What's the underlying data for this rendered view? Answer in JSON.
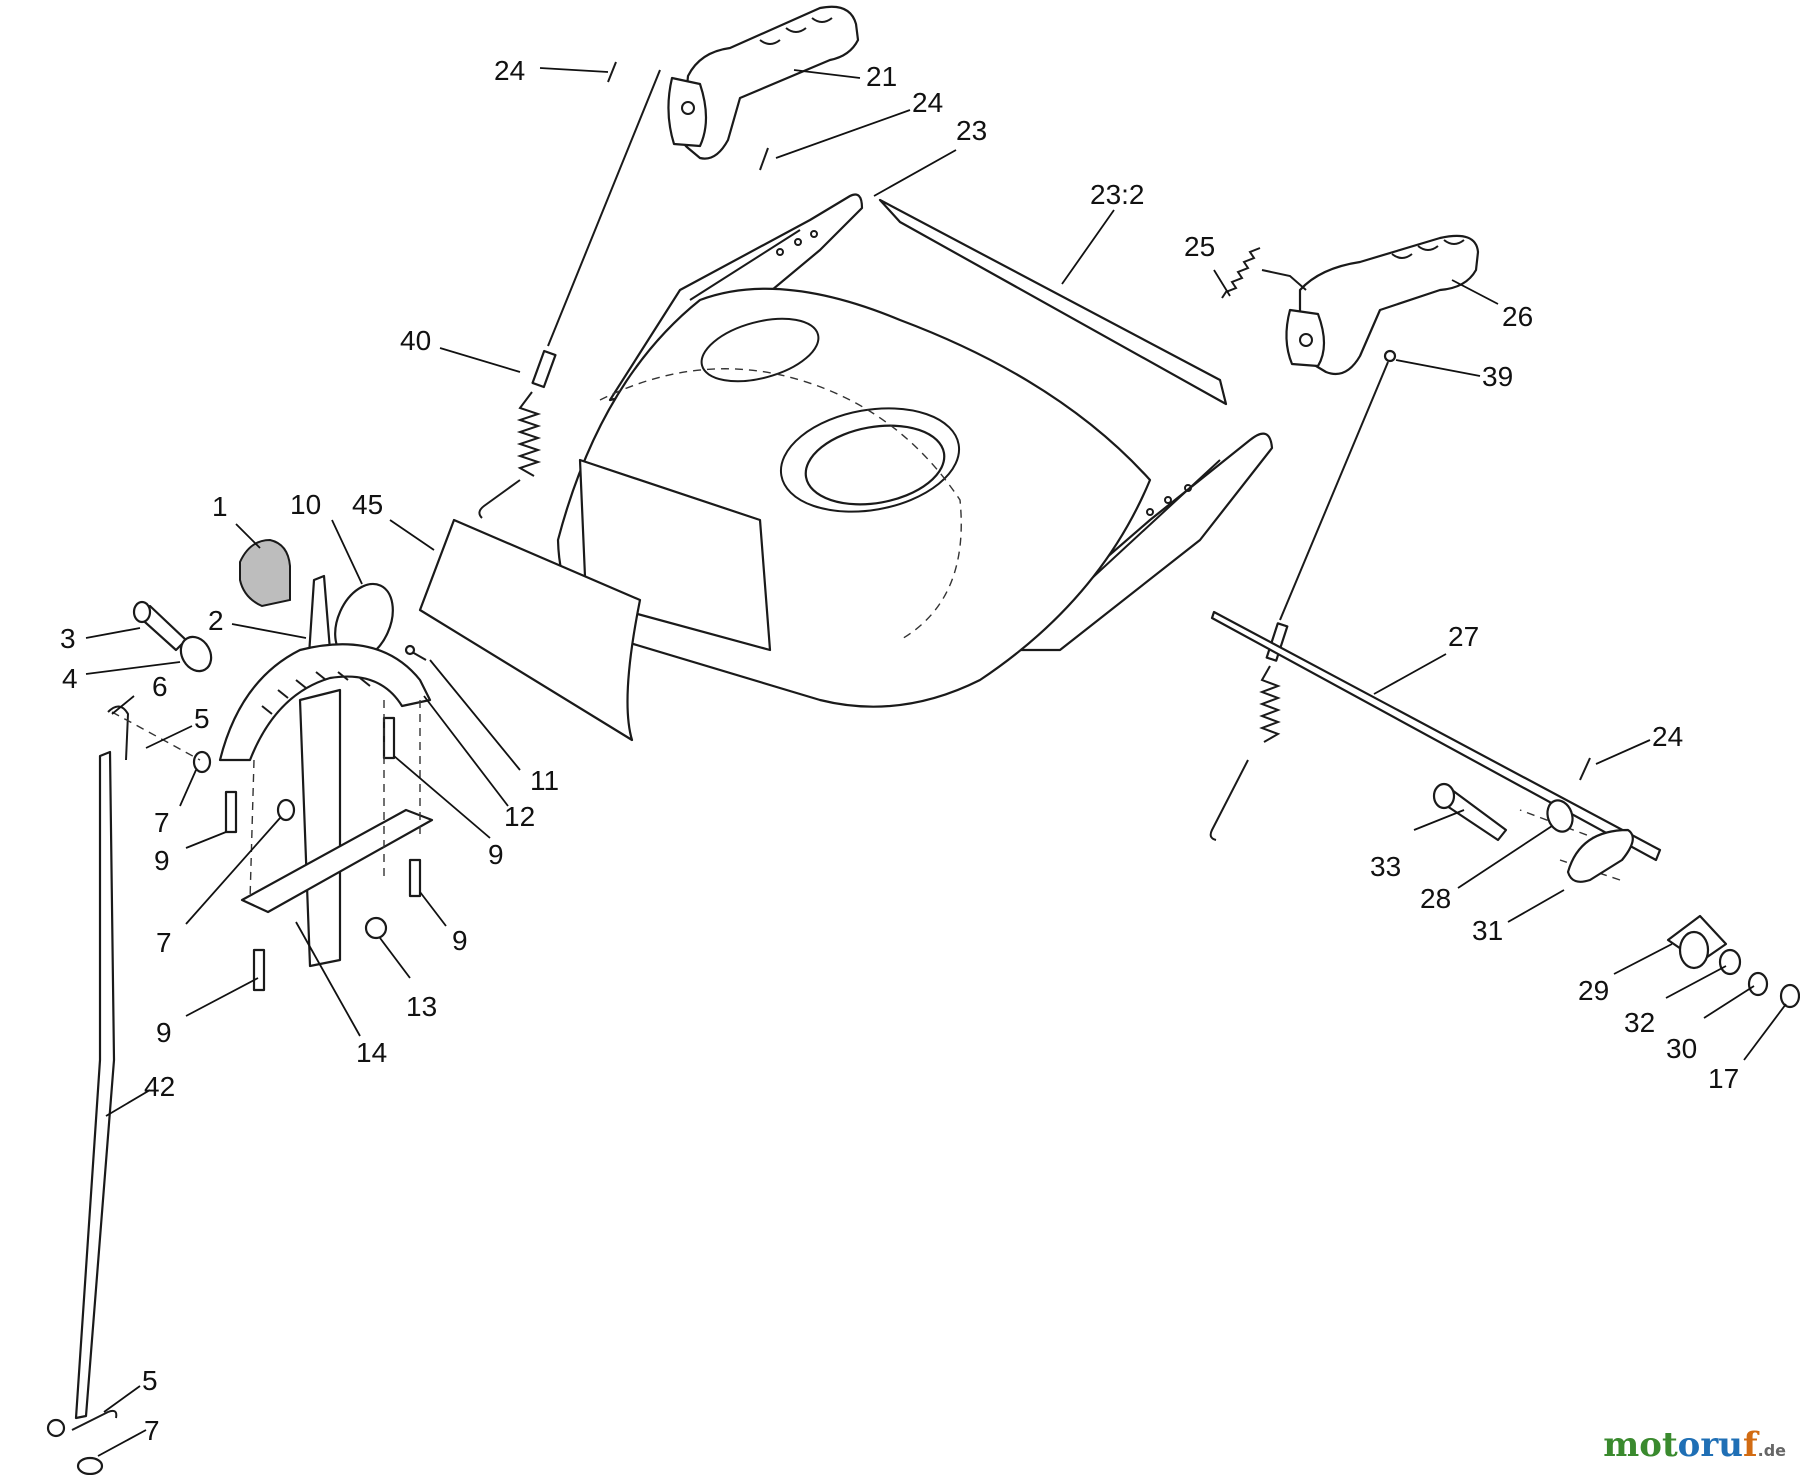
{
  "callouts": [
    "24",
    "21",
    "24",
    "23",
    "23:2",
    "25",
    "26",
    "39",
    "40",
    "45",
    "1",
    "10",
    "3",
    "2",
    "4",
    "6",
    "5",
    "7",
    "9",
    "7",
    "11",
    "12",
    "9",
    "9",
    "13",
    "9",
    "14",
    "42",
    "5",
    "7",
    "27",
    "24",
    "33",
    "28",
    "31",
    "29",
    "32",
    "30",
    "17"
  ],
  "watermark": {
    "part1": "mot",
    "part2": "oru",
    "part3": "f",
    "suffix": ".de"
  }
}
